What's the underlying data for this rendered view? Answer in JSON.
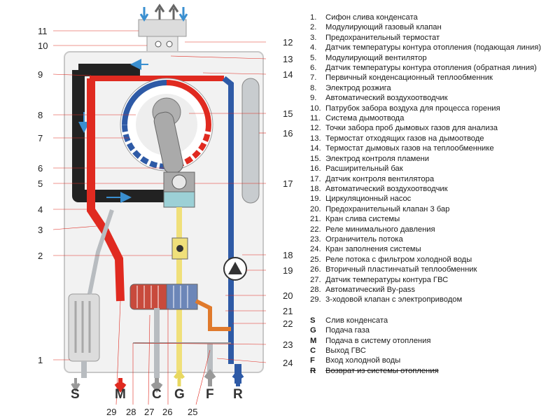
{
  "legend": {
    "items": [
      {
        "num": "1.",
        "text": "Сифон слива конденсата"
      },
      {
        "num": "2.",
        "text": "Модулирующий газовый клапан"
      },
      {
        "num": "3.",
        "text": "Предохранительный термостат"
      },
      {
        "num": "4.",
        "text": "Датчик температуры контура отопления (подающая линия)"
      },
      {
        "num": "5.",
        "text": "Модулирующий вентилятор"
      },
      {
        "num": "6.",
        "text": "Датчик температуры контура отопления (обратная линия)"
      },
      {
        "num": "7.",
        "text": "Первичный конденсационный теплообменник"
      },
      {
        "num": "8.",
        "text": "Электрод розжига"
      },
      {
        "num": "9.",
        "text": "Автоматический воздухоотводчик"
      },
      {
        "num": "10.",
        "text": "Патрубок забора воздуха для процесса горения"
      },
      {
        "num": "11.",
        "text": "Система дымоотвода"
      },
      {
        "num": "12.",
        "text": "Точки забора проб дымовых газов для анализа"
      },
      {
        "num": "13.",
        "text": "Термостат отходящих газов на дымоотводе"
      },
      {
        "num": "14.",
        "text": "Термостат дымовых газов на теплообменнике"
      },
      {
        "num": "15.",
        "text": "Электрод контроля пламени"
      },
      {
        "num": "16.",
        "text": "Расширительный бак"
      },
      {
        "num": "17.",
        "text": "Датчик контроля вентилятора"
      },
      {
        "num": "18.",
        "text": "Автоматический воздухоотводчик"
      },
      {
        "num": "19.",
        "text": "Циркуляционный насос"
      },
      {
        "num": "20.",
        "text": "Предохранительный клапан 3 бар"
      },
      {
        "num": "21.",
        "text": "Кран слива системы"
      },
      {
        "num": "22.",
        "text": "Реле минимального давления"
      },
      {
        "num": "23.",
        "text": "Ограничитель потока"
      },
      {
        "num": "24.",
        "text": "Кран заполнения системы"
      },
      {
        "num": "25.",
        "text": "Реле потока с фильтром холодной воды"
      },
      {
        "num": "26.",
        "text": "Вторичный пластинчатый теплообменник"
      },
      {
        "num": "27.",
        "text": "Датчик температуры контура ГВС"
      },
      {
        "num": "28.",
        "text": "Автоматический By-pass"
      },
      {
        "num": "29.",
        "text": "3-ходовой клапан с электроприводом"
      }
    ],
    "connections": [
      {
        "key": "S",
        "text": "Слив конденсата"
      },
      {
        "key": "G",
        "text": "Подача газа"
      },
      {
        "key": "M",
        "text": "Подача в систему отопления"
      },
      {
        "key": "C",
        "text": "Выход ГВС"
      },
      {
        "key": "F",
        "text": "Вход холодной воды"
      },
      {
        "key": "R",
        "text": "Возврат из системы отопления"
      }
    ]
  },
  "diagram": {
    "left_callouts": [
      "11",
      "10",
      "9",
      "8",
      "7",
      "6",
      "5",
      "4",
      "3",
      "2",
      "1"
    ],
    "right_callouts": [
      "12",
      "13",
      "14",
      "15",
      "16",
      "17",
      "18",
      "19",
      "20",
      "21",
      "22",
      "23",
      "24"
    ],
    "bottom_numbers": [
      "29",
      "28",
      "27",
      "26",
      "25"
    ],
    "io_letters": [
      "S",
      "M",
      "C",
      "G",
      "F",
      "R"
    ],
    "colors": {
      "hot": "#e02a20",
      "cold": "#2e5aa6",
      "gas": "#f0e07a",
      "flue": "#222222",
      "grey_pipe": "#b8bcc0",
      "dhw_orange": "#e07a2c",
      "casing": "#f2f2f2"
    }
  }
}
